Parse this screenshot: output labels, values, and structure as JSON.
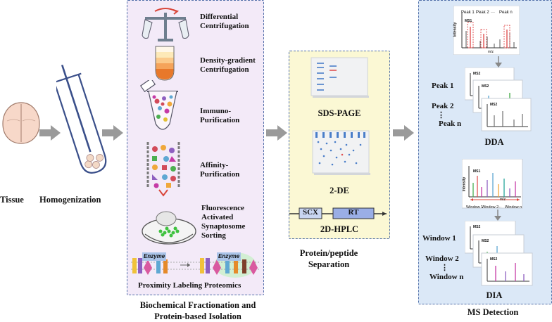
{
  "left": {
    "tissue": "Tissue",
    "homogenization": "Homogenization"
  },
  "biochem": {
    "methods": [
      {
        "id": "differential",
        "label": "Differential\nCentrifugation"
      },
      {
        "id": "density",
        "label": "Density-gradient\nCentrifugation"
      },
      {
        "id": "immuno",
        "label": "Immuno-\nPurification"
      },
      {
        "id": "affinity",
        "label": "Affinity-\nPurification"
      },
      {
        "id": "facs",
        "label": "Fluorescence\nActivated\nSynaptosome\nSorting"
      }
    ],
    "enzyme1": "Enzyme",
    "enzyme2": "Enzyme",
    "proximity": "Proximity Labeling Proteomics",
    "caption": "Biochemical Fractionation and\nProtein-based Isolation"
  },
  "separation": {
    "sds": "SDS-PAGE",
    "twode": "2-DE",
    "scx": "SCX",
    "rt": "RT",
    "hplc": "2D-HPLC",
    "caption": "Protein/peptide\nSeparation"
  },
  "ms": {
    "dda_peaks_header": [
      "Peak 1",
      "Peak 2",
      "···",
      "Peak n"
    ],
    "ms1": "MS1",
    "ms2": "MS2",
    "intensity": "Intensity",
    "mz": "m/z",
    "dda_labels": [
      "Peak 1",
      "Peak 2",
      "⋮",
      "Peak n"
    ],
    "dda": "DDA",
    "windows": [
      "Window 1",
      "Window 2",
      "···",
      "Window n"
    ],
    "dia_labels": [
      "Window 1",
      "Window 2",
      "⋮",
      "Window n"
    ],
    "dia": "DIA",
    "caption": "MS Detection"
  }
}
